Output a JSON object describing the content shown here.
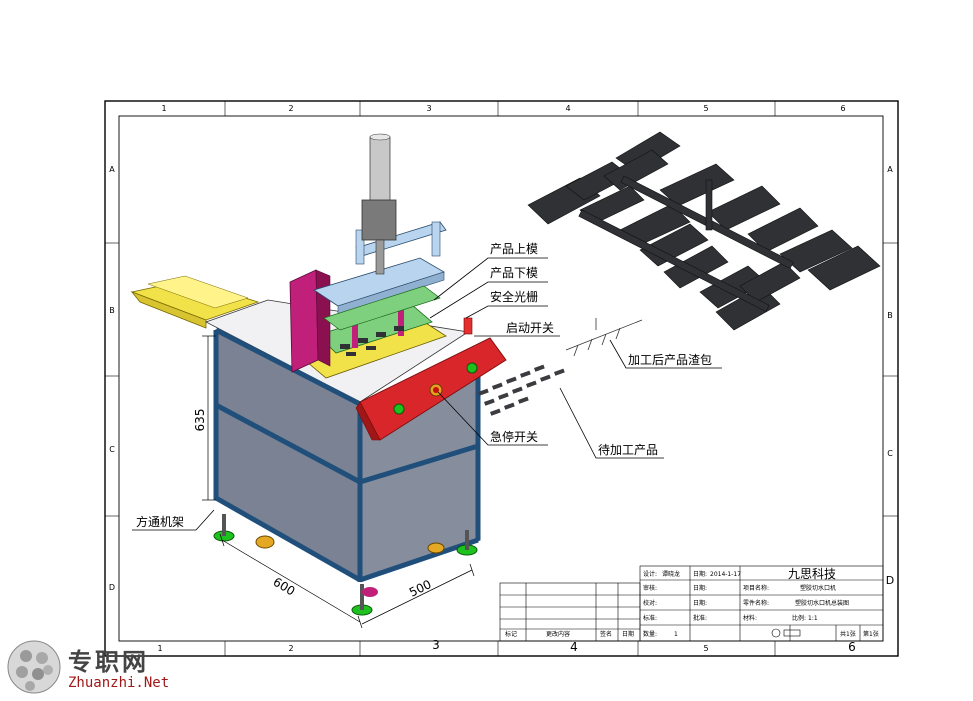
{
  "drawing": {
    "zones_top": [
      "1",
      "2",
      "3",
      "4",
      "5",
      "6"
    ],
    "zones_bottom": [
      "1",
      "2",
      "3",
      "4",
      "5",
      "6"
    ],
    "zones_side": [
      "A",
      "B",
      "C",
      "D"
    ]
  },
  "callouts": {
    "upper_mold": "产品上模",
    "lower_mold": "产品下模",
    "light_curtain": "安全光栅",
    "start_switch": "启动开关",
    "sprue": "加工后产品渣包",
    "estop": "急停开关",
    "raw_product": "待加工产品",
    "frame": "方通机架"
  },
  "dimensions": {
    "height": "635",
    "width": "600",
    "depth": "500"
  },
  "title_block": {
    "company": "九思科技",
    "designer_label": "设计:",
    "designer": "谭晓龙",
    "date_label": "日期:",
    "design_date": "2014-1-17",
    "drafter_label": "审核:",
    "checker_label": "校对:",
    "standard_label": "标准:",
    "approve_label": "批准:",
    "project_label": "项目名称:",
    "project_name": "塑胶切水口机",
    "part_label": "零件名称:",
    "part_name": "塑胶切水口机总装图",
    "material_label": "材料:",
    "material": "",
    "scale_label": "比例:",
    "scale": "1:1",
    "qty_label": "数量:",
    "qty": "1",
    "sheet_label": "共1张",
    "page_label": "第1张",
    "rev_cols": [
      "标记",
      "更改内容",
      "签名",
      "日期"
    ]
  },
  "watermark": {
    "cn": "专职网",
    "en": "Zhuanzhi.Net"
  },
  "colors": {
    "frame_blue": "#1f4f7a",
    "panel_grey": "#7b8293",
    "red_panel": "#d8262a",
    "yellow_plate": "#f2e24a",
    "mold_green": "#7ed07e",
    "plate_blue": "#b8d4ee",
    "magenta": "#c0207a",
    "button_green": "#1ec21e",
    "product_dark": "#2f3135"
  }
}
